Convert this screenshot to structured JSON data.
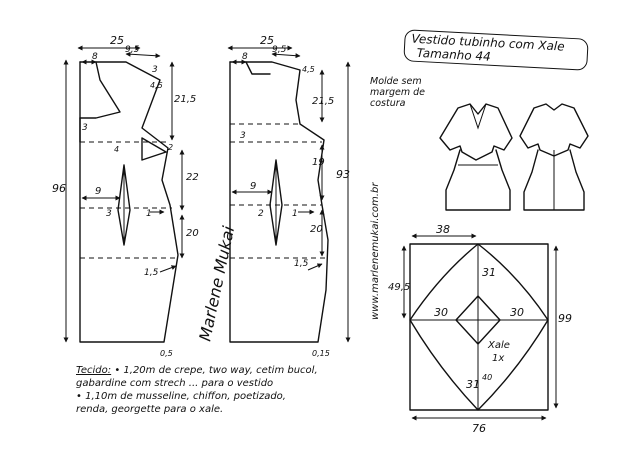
{
  "header": {
    "title_line1": "Vestido tubinho com Xale",
    "title_line2": "Tamanho 44",
    "molde_note": [
      "Molde sem",
      "margem de",
      "costura"
    ]
  },
  "website": "www.marlenemukai.com.br",
  "signature": "Marlene Mukai",
  "fabric": {
    "label": "Tecido:",
    "lines": [
      "• 1,20m de crepe, two way, cetim bucol,",
      "gabardine com strech ... para o vestido",
      "• 1,10m de musseline, chiffon, poetizado,",
      "renda, georgette para o xale."
    ]
  },
  "front_piece": {
    "dims": {
      "width": "25",
      "neck": "8",
      "shoulder": "9,5",
      "shoulder_drop": "3",
      "neck_depth": "4,5",
      "armhole": "21,5",
      "bust_dart": "3",
      "dart_depth": "4",
      "dart_side": "2",
      "waist_len": "22",
      "waist": "9",
      "dart_width": "3",
      "side": "1",
      "hip": "20",
      "hem_inset": "1,5",
      "hem": "0,5",
      "total": "96"
    }
  },
  "back_piece": {
    "dims": {
      "width": "25",
      "neck": "8",
      "shoulder": "9,5",
      "shoulder_drop": "4,5",
      "armhole": "21,5",
      "upper": "3",
      "waist_sec": "19",
      "waist": "9",
      "dart_width": "2",
      "side": "1",
      "hip": "20",
      "hem_inset": "1,5",
      "hem": "0,15",
      "total": "93"
    }
  },
  "shawl": {
    "top": "38",
    "left_side": "49,5",
    "right_side": "99",
    "half_left": "30",
    "half_right": "30",
    "upper_center": "31",
    "lower_center": "31",
    "slit": "40",
    "bottom": "76",
    "label": "Xale",
    "count": "1x"
  }
}
